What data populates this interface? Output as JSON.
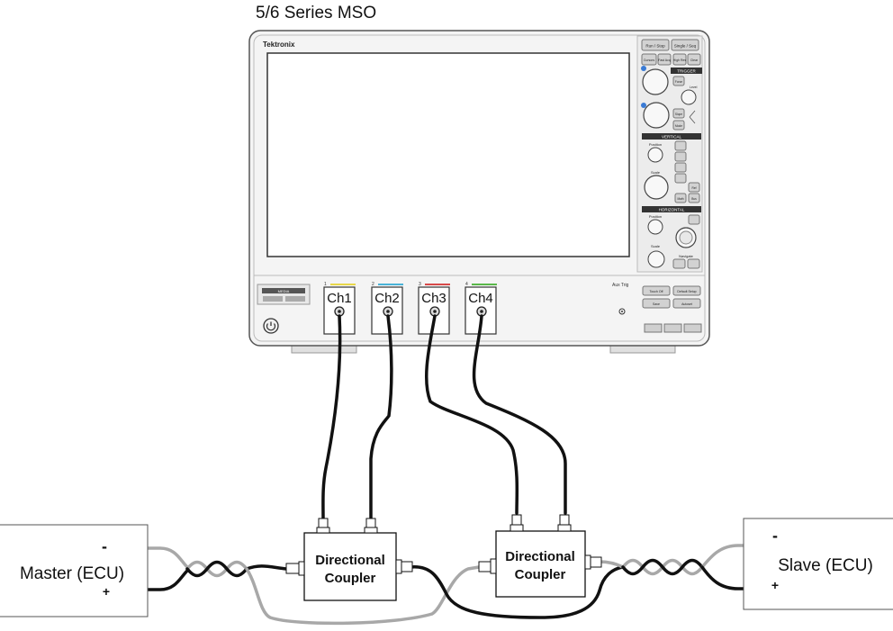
{
  "title": "5/6 Series MSO",
  "scope": {
    "brand": "Tektronix",
    "buttons": {
      "run_stop": "Run / Stop",
      "single_seq": "Single / Seq",
      "cursors": "Cursors",
      "fast_acq": "Fast Acq",
      "high_res": "High Res",
      "clear": "Clear",
      "touch_off": "Touch Off",
      "default_setup": "Default Setup",
      "save": "Save",
      "autoset": "Autoset",
      "force": "Force",
      "slope": "Slope",
      "mode": "Mode",
      "ref": "Ref",
      "math": "Math",
      "bus": "Bus"
    },
    "sections": {
      "trigger": "TRIGGER",
      "vertical": "VERTICAL",
      "horizontal": "HORIZONTAL"
    },
    "labels": {
      "level": "Level",
      "position": "Position",
      "scale": "Scale",
      "navigate": "Navigate",
      "aux_trig": "Aux Trig",
      "media": "MEDIA"
    },
    "channels": [
      {
        "number": "1",
        "label": "Ch1",
        "color": "#e8d84a"
      },
      {
        "number": "2",
        "label": "Ch2",
        "color": "#4ab3d8"
      },
      {
        "number": "3",
        "label": "Ch3",
        "color": "#d84a4a"
      },
      {
        "number": "4",
        "label": "Ch4",
        "color": "#5ab84a"
      }
    ]
  },
  "couplers": [
    {
      "line1": "Directional",
      "line2": "Coupler"
    },
    {
      "line1": "Directional",
      "line2": "Coupler"
    }
  ],
  "ecus": {
    "master": {
      "label": "Master (ECU)",
      "minus": "-",
      "plus": "+"
    },
    "slave": {
      "label": "Slave (ECU)",
      "minus": "-",
      "plus": "+"
    }
  },
  "colors": {
    "cable": "#111111",
    "wire_gray": "#a8a8a8",
    "scope_body": "#f4f4f4",
    "panel": "#d8d8d8"
  }
}
